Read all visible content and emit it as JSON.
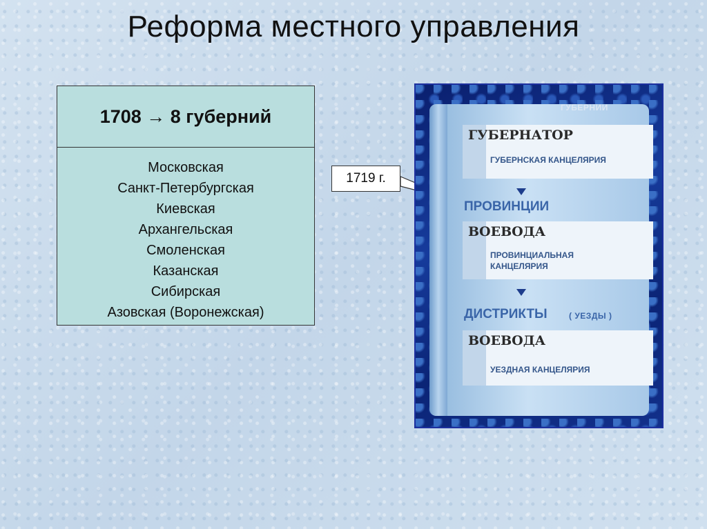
{
  "title": "Реформа местного управления",
  "left_panel": {
    "heading": "1708 → 8 губерний",
    "items": [
      "Московская",
      "Санкт-Петербургская",
      "Киевская",
      "Архангельская",
      "Смоленская",
      "Казанская",
      "Сибирская",
      "Азовская (Воронежская)"
    ]
  },
  "callout": "1719 г.",
  "scheme": {
    "top_label": "ГУБЕРНИИ",
    "level1": {
      "head": "ГУБЕРНАТОР",
      "sub": "ГУБЕРНСКАЯ КАНЦЕЛЯРИЯ"
    },
    "level2_label": "ПРОВИНЦИИ",
    "level2": {
      "head": "ВОЕВОДА",
      "sub_line1": "ПРОВИНЦИАЛЬНАЯ",
      "sub_line2": "КАНЦЕЛЯРИЯ"
    },
    "level3_label": "ДИСТРИКТЫ",
    "level3_note": "( УЕЗДЫ )",
    "level3": {
      "head": "ВОЕВОДА",
      "sub": "УЕЗДНАЯ КАНЦЕЛЯРИЯ"
    }
  }
}
